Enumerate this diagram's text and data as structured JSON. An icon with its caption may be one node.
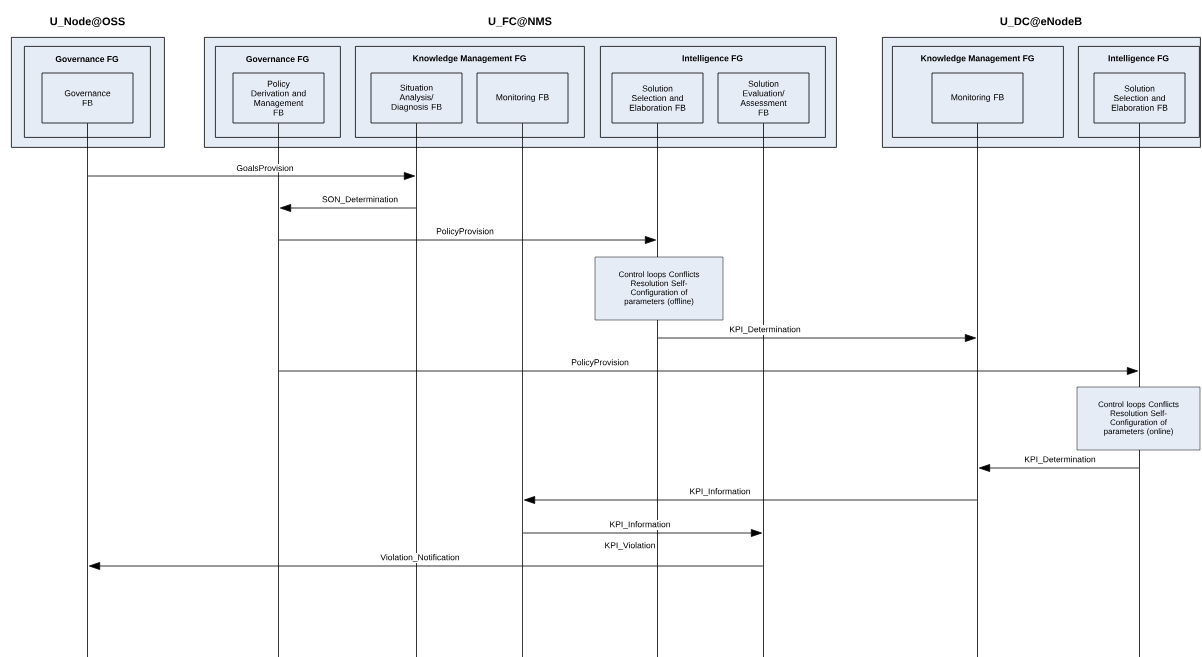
{
  "diagram": {
    "nodes": [
      {
        "text": [
          "U_Node@OSS"
        ]
      },
      {
        "text": [
          "Governance FG"
        ],
        "in": 0
      },
      {
        "text": [
          "Governance FB"
        ],
        "in": 1
      },
      {
        "text": [
          "U_FC@NMS"
        ]
      },
      {
        "text": [
          "Governance FG"
        ],
        "in": 3
      },
      {
        "text": [
          "Policy Derivation and Management FB"
        ],
        "in": 4
      },
      {
        "text": [
          "Knowledge Management FG"
        ],
        "in": 3
      },
      {
        "text": [
          "Situation Analysis/ Diagnosis FB"
        ],
        "in": 6
      },
      {
        "text": [
          "Monitoring FB"
        ],
        "in": 6
      },
      {
        "text": [
          "Intelligence FG"
        ],
        "in": 3
      },
      {
        "text": [
          "Solution Selection and Elaboration FB"
        ],
        "in": 9
      },
      {
        "text": [
          "Solution Evaluation/ Assessment FB"
        ],
        "in": 9
      },
      {
        "text": [
          "U_DC@eNodeB"
        ]
      },
      {
        "text": [
          "Knowledge Management FG"
        ],
        "in": 12
      },
      {
        "text": [
          "Monitoring FB"
        ],
        "in": 13
      },
      {
        "text": [
          "Intelligence FG"
        ],
        "in": 12
      },
      {
        "text": [
          "Solution Selection and Elaboration FB"
        ],
        "in": 15
      },
      {
        "text": [
          "Control loops Conflicts Resolution Self-Configuration of parameters (offline)"
        ]
      },
      {
        "text": [
          "Control loops Conflicts Resolution Self-Configuration of parameters (online)"
        ]
      },
      {
        "text": [],
        "shape": "line"
      },
      {
        "text": [],
        "shape": "line"
      },
      {
        "text": [],
        "shape": "line"
      },
      {
        "text": [],
        "shape": "line"
      },
      {
        "text": [],
        "shape": "line"
      },
      {
        "text": [],
        "shape": "line"
      },
      {
        "text": [],
        "shape": "line"
      },
      {
        "text": [],
        "shape": "line"
      }
    ],
    "edges": [
      {
        "from": 19,
        "to": 21,
        "arrow": "to",
        "label": "GoalsProvision"
      },
      {
        "from": 21,
        "to": 20,
        "arrow": "to",
        "label": "SON_Determination"
      },
      {
        "from": 20,
        "to": 23,
        "arrow": "to",
        "label": "PolicyProvision"
      },
      {
        "from": 23,
        "to": 25,
        "arrow": "to",
        "label": "KPI_Determination"
      },
      {
        "from": 20,
        "to": 26,
        "arrow": "to",
        "label": "PolicyProvision"
      },
      {
        "from": 26,
        "to": 25,
        "arrow": "to",
        "label": "KPI_Determination"
      },
      {
        "from": 25,
        "to": 22,
        "arrow": "to",
        "label": "KPI_Information"
      },
      {
        "from": 22,
        "to": 24,
        "arrow": "to",
        "label": "KPI_Information"
      },
      {
        "from": 24,
        "to": 19,
        "arrow": "to",
        "label": "Violation_Notification"
      }
    ],
    "labels": [
      "KPI_Violation"
    ]
  }
}
